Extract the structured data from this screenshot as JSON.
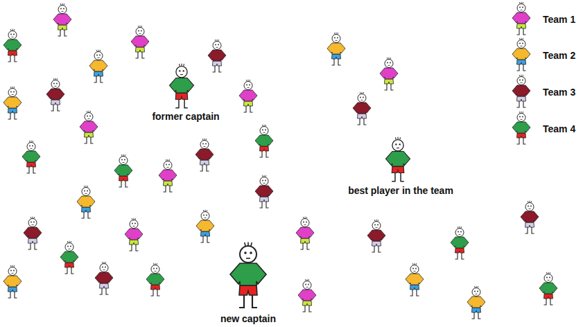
{
  "diagram": {
    "labels": [
      "former captain",
      "best player in the team",
      "new captain"
    ],
    "legend": [
      {
        "text": "Team 1",
        "color": "#e040c8"
      },
      {
        "text": "Team 2",
        "color": "#f5b82e"
      },
      {
        "text": "Team 3",
        "color": "#8b1a2a"
      },
      {
        "text": "Team 4",
        "color": "#2e9e4a"
      }
    ]
  }
}
